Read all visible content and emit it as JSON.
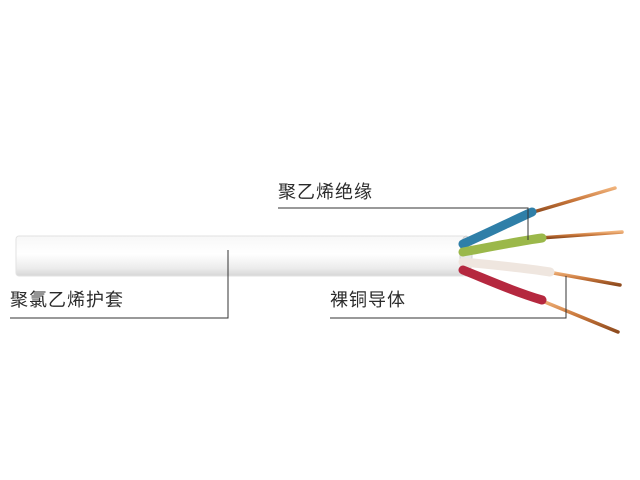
{
  "labels": {
    "insulation": "聚乙烯绝缘",
    "sheath": "聚氯乙烯护套",
    "conductor": "裸铜导体"
  },
  "colors": {
    "sheath": "#f2f2f2",
    "sheath_shadow": "#d9d9d9",
    "core_blue": "#2f7fa8",
    "core_green": "#9bb84a",
    "core_white": "#efe6df",
    "core_red": "#b5283f",
    "copper": "#c8763a",
    "leader_line": "#333333"
  }
}
